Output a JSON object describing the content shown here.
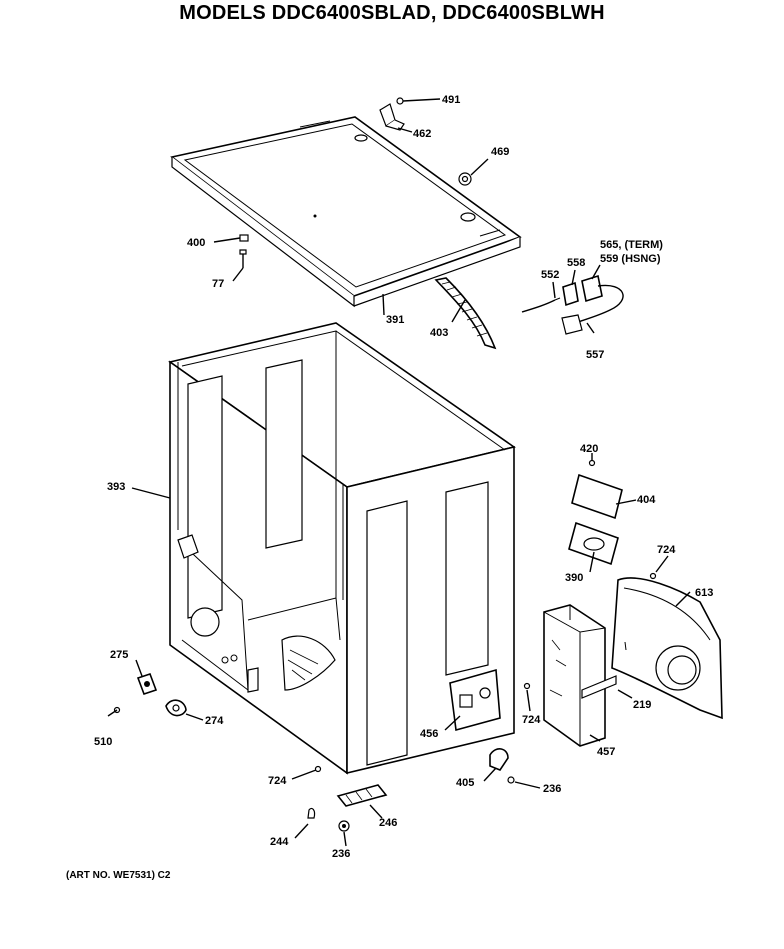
{
  "title": "MODELS DDC6400SBLAD, DDC6400SBLWH",
  "art_number": "(ART NO. WE7531) C2",
  "callouts": {
    "p491": "491",
    "p462": "462",
    "p469": "469",
    "p400": "400",
    "p77": "77",
    "p391": "391",
    "p403": "403",
    "p565": "565, (TERM)",
    "p559": "559  (HSNG)",
    "p558": "558",
    "p552": "552",
    "p557": "557",
    "p393": "393",
    "p420": "420",
    "p404": "404",
    "p390": "390",
    "p724a": "724",
    "p613": "613",
    "p219": "219",
    "p457": "457",
    "p724b": "724",
    "p456": "456",
    "p275": "275",
    "p274": "274",
    "p510": "510",
    "p724c": "724",
    "p405": "405",
    "p236a": "236",
    "p246": "246",
    "p244": "244",
    "p236b": "236"
  }
}
